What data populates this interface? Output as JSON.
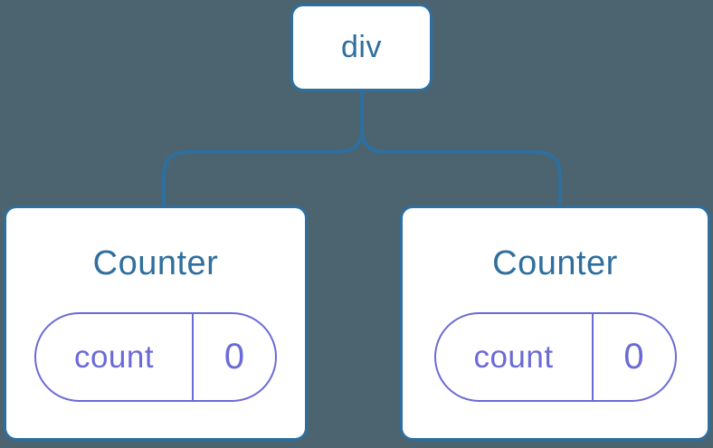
{
  "palette": {
    "background": "#4c6470",
    "line_blue": "#2e6f9f",
    "node_fill": "#ffffff",
    "state_purple": "#6a6ad8"
  },
  "tree": {
    "root": {
      "label": "div"
    },
    "children": [
      {
        "title": "Counter",
        "state": {
          "key": "count",
          "value": "0"
        }
      },
      {
        "title": "Counter",
        "state": {
          "key": "count",
          "value": "0"
        }
      }
    ]
  }
}
